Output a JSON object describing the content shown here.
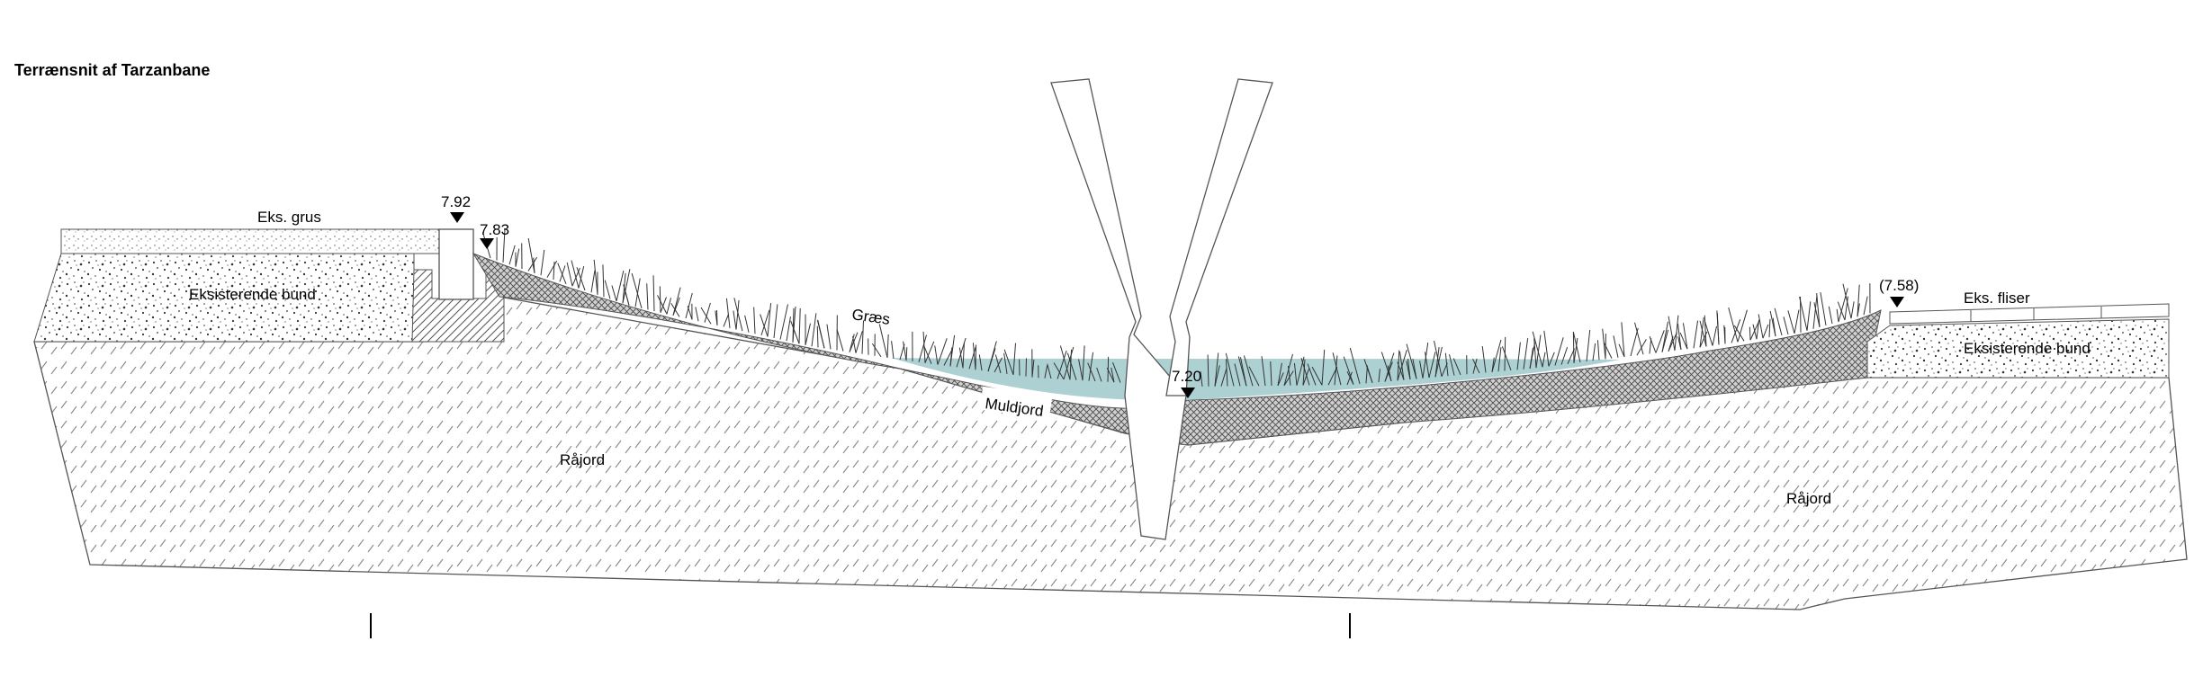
{
  "title": "Terrænsnit af Tarzanbane",
  "labels": {
    "existing_gravel": "Eks. grus",
    "existing_base_left": "Eksisterende bund",
    "grass": "Græs",
    "topsoil": "Muldjord",
    "subsoil_left": "Råjord",
    "subsoil_right": "Råjord",
    "existing_tiles": "Eks. fliser",
    "existing_base_right": "Eksisterende bund"
  },
  "levels": {
    "curb_top": "7.92",
    "slope_top": "7.83",
    "low_point": "7.20",
    "right_edge": "(7.58)"
  },
  "colors": {
    "line": "#555555",
    "stipple": "#444444",
    "topsoil_fill": "#cfcfcf",
    "water_tint": "#9fc8cb",
    "grass": "#333333"
  }
}
